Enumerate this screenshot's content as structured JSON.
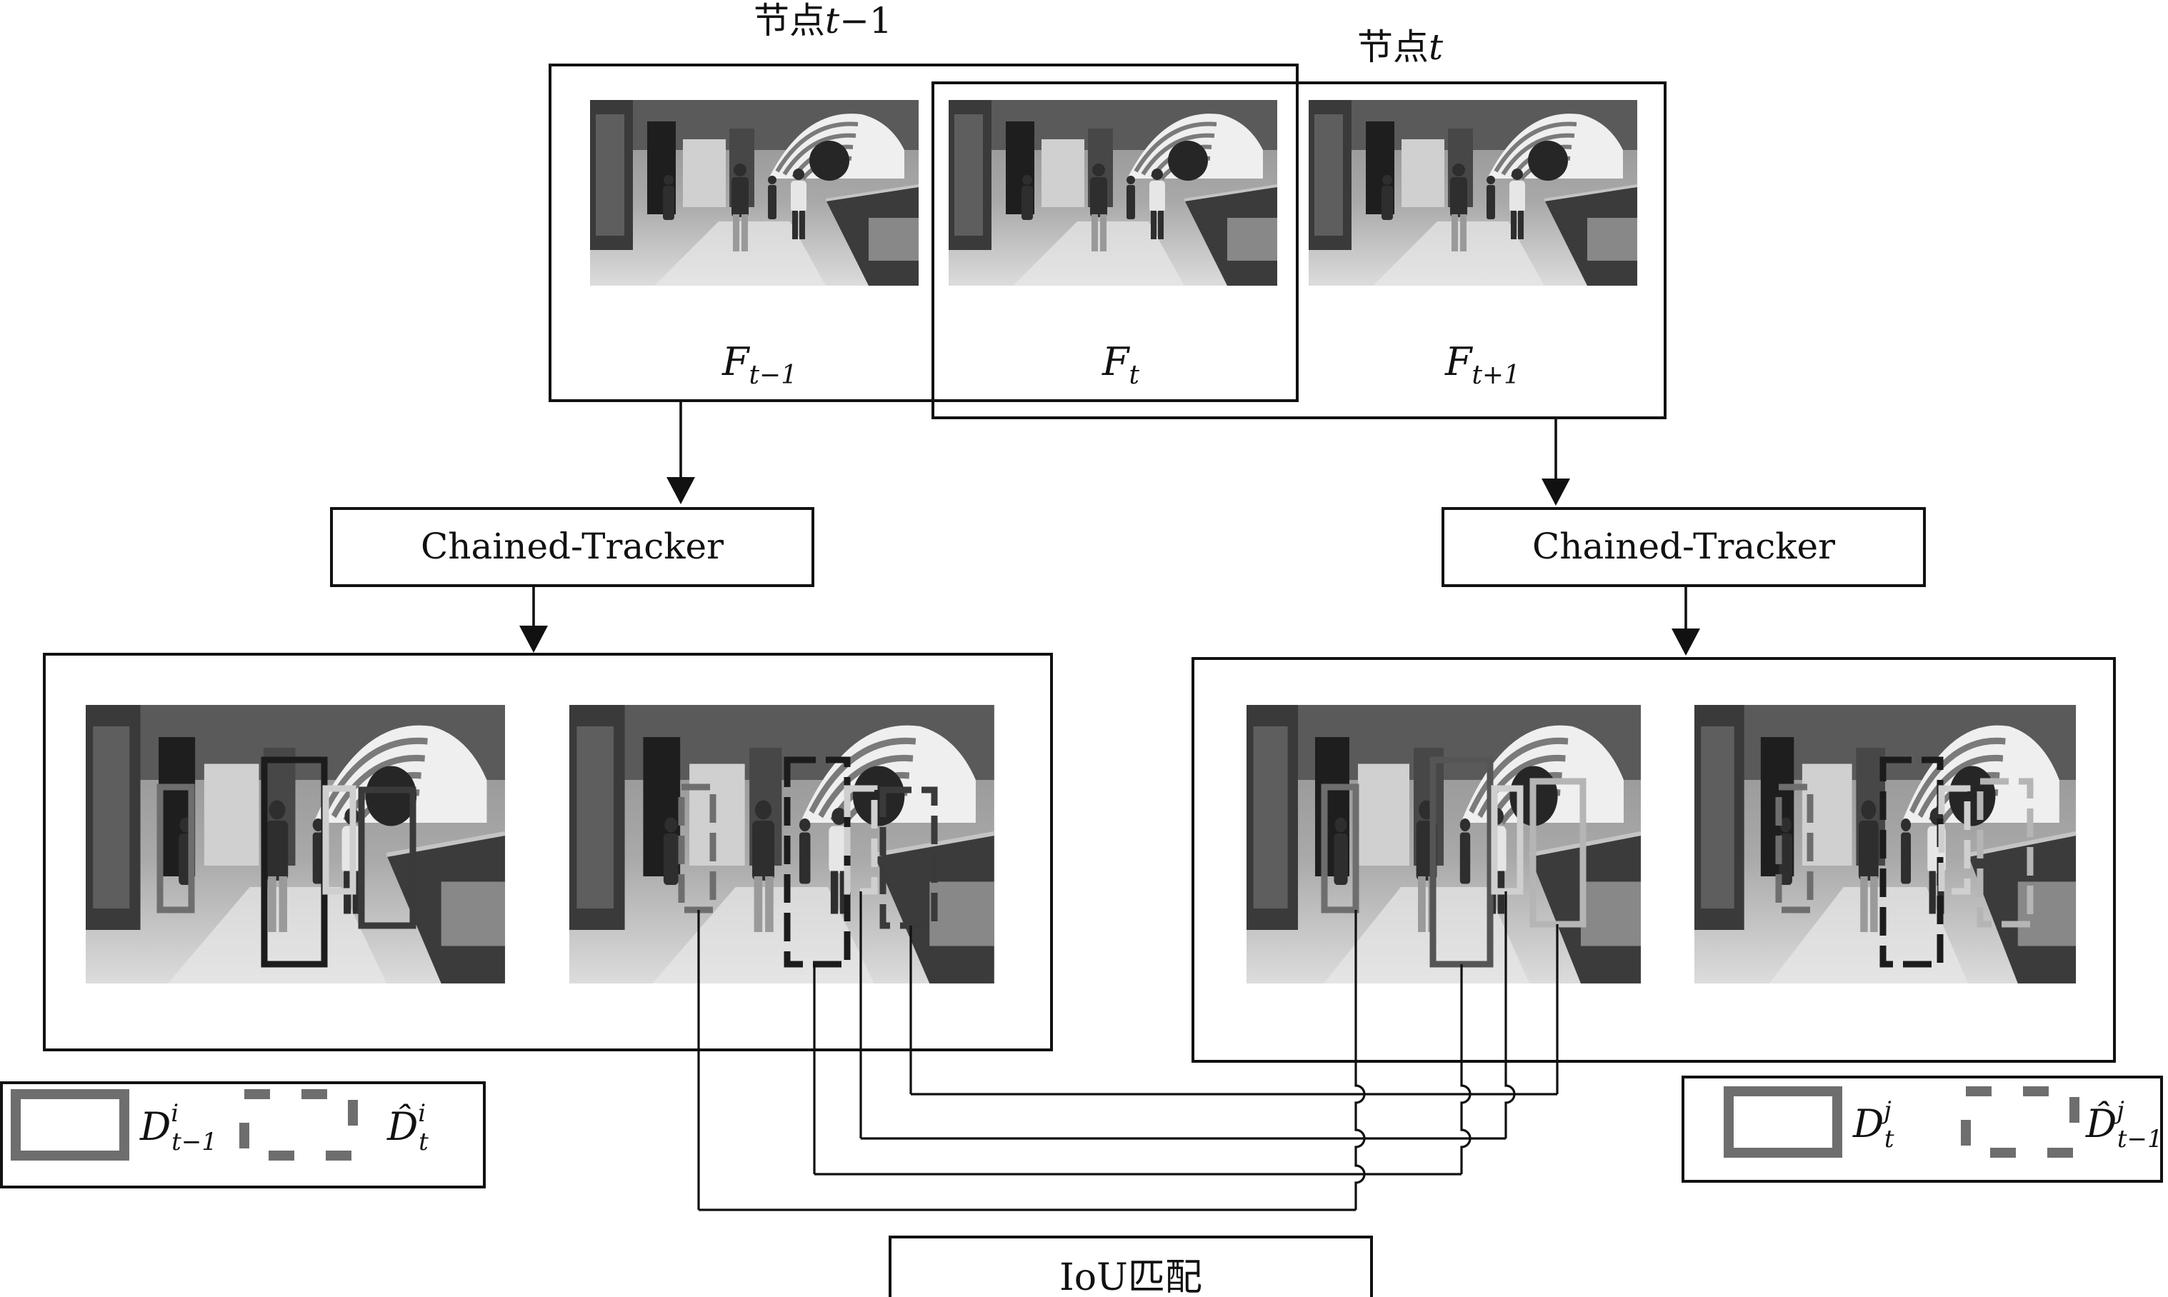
{
  "nodes": {
    "prev": {
      "label": "节点",
      "var": "t",
      "suffix": "−1"
    },
    "curr": {
      "label": "节点",
      "var": "t"
    }
  },
  "frames": {
    "f_prev": {
      "main": "F",
      "sub": "t−1"
    },
    "f_curr": {
      "main": "F",
      "sub": "t"
    },
    "f_next": {
      "main": "F",
      "sub": "t+1"
    }
  },
  "trackers": {
    "left": "Chained-Tracker",
    "right": "Chained-Tracker"
  },
  "matching": {
    "label": "IoU匹配"
  },
  "legend_left": {
    "solid": {
      "main": "D",
      "sup": "i",
      "sub": "t−1"
    },
    "dashed": {
      "main": "D̂",
      "sup": "i",
      "sub": "t"
    }
  },
  "legend_right": {
    "solid": {
      "main": "D",
      "sup": "j",
      "sub": "t"
    },
    "dashed": {
      "main": "D̂",
      "sup": "j",
      "sub": "t−1"
    }
  },
  "colors": {
    "ink": "#111111",
    "box_gray": "#6e6e6e",
    "box_light": "#cfcfcf",
    "box_dark": "#1c1c1c"
  }
}
